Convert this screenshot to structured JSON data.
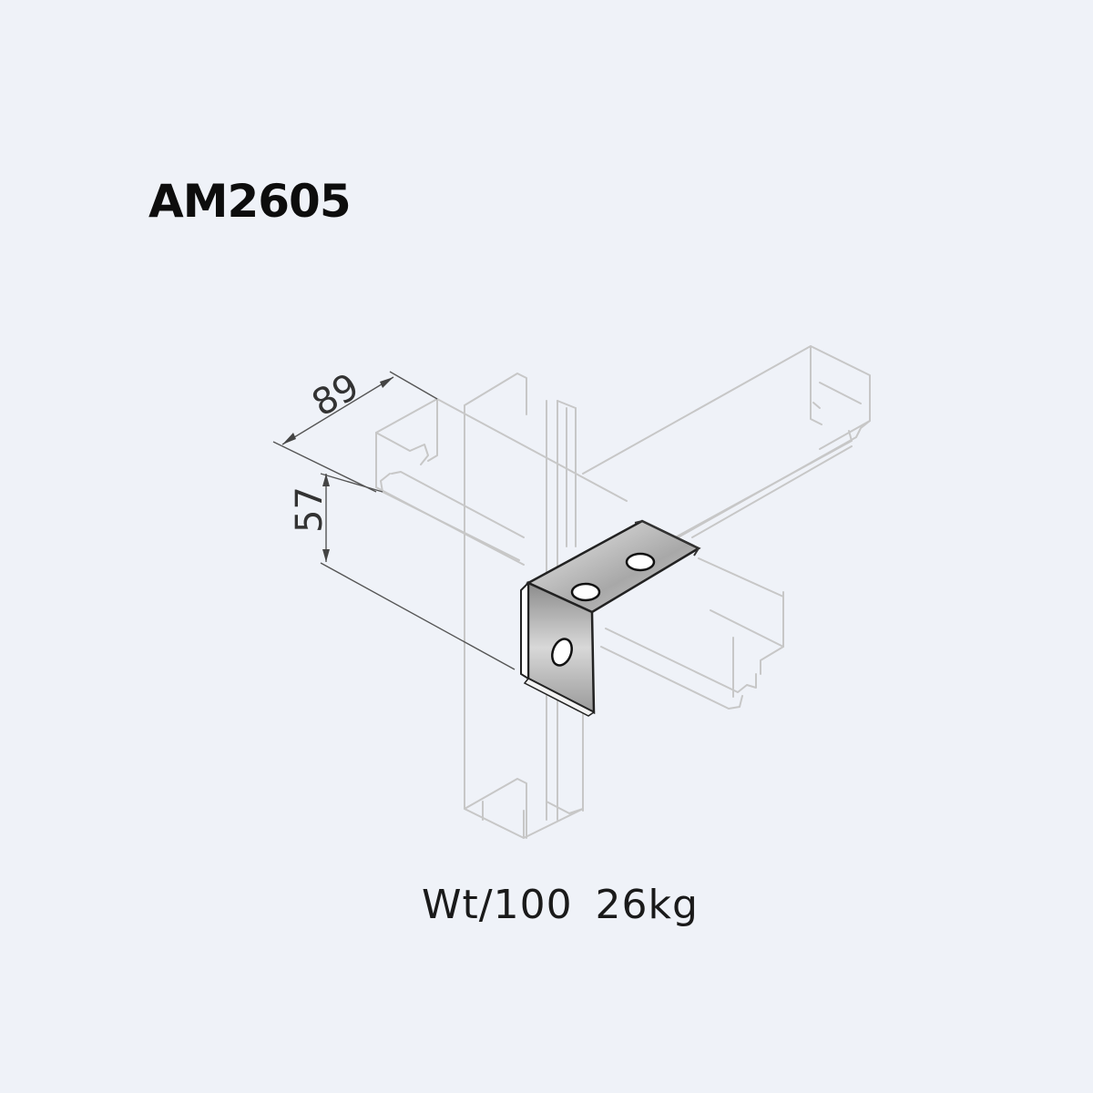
{
  "product": {
    "code": "AM2605"
  },
  "weight": {
    "text": "Wt/100  26kg"
  },
  "dimensions": {
    "width": "89",
    "height": "57"
  }
}
